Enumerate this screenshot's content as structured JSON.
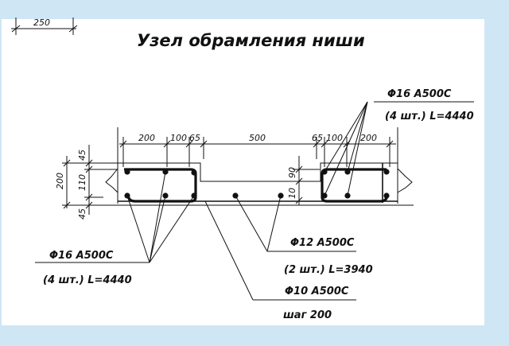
{
  "title": "Узел обрамления ниши",
  "scale_bar": "250",
  "dims_top": [
    "200",
    "100",
    "65",
    "500",
    "65",
    "100",
    "200"
  ],
  "dims_left": [
    "45",
    "110",
    "45",
    "200"
  ],
  "dims_notch": [
    "90",
    "10"
  ],
  "callouts": {
    "top_right": {
      "spec": "Φ16 A500C",
      "detail": "(4 шт.) L=4440"
    },
    "bottom_left": {
      "spec": "Φ16 A500C",
      "detail": "(4 шт.) L=4440"
    },
    "bottom_mid": {
      "spec": "Φ12 A500C",
      "detail": "(2 шт.) L=3940"
    },
    "bottom_low": {
      "spec": "Φ10 A500C",
      "detail": "шаг 200"
    }
  }
}
